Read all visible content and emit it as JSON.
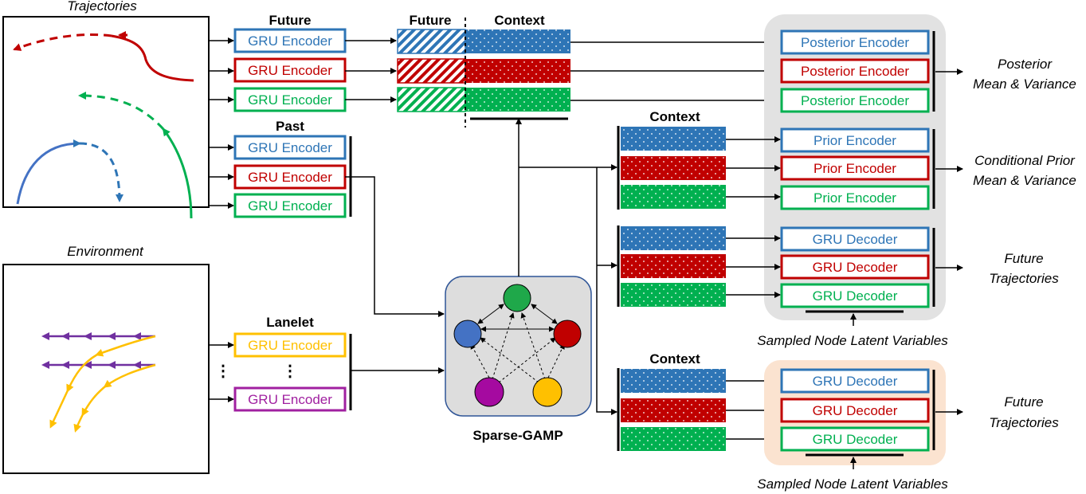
{
  "labels": {
    "trajectories": "Trajectories",
    "environment": "Environment",
    "future": "Future",
    "past": "Past",
    "lanelet": "Lanelet",
    "future_hatch": "Future",
    "context_top": "Context",
    "context_prior": "Context",
    "context_bottom": "Context",
    "sparse_gamp": "Sparse-GAMP",
    "posterior_out_1": "Posterior",
    "posterior_out_2": "Mean & Variance",
    "prior_out_1": "Conditional Prior",
    "prior_out_2": "Mean & Variance",
    "future_out_1a": "Future",
    "future_out_1b": "Trajectories",
    "future_out_2a": "Future",
    "future_out_2b": "Trajectories",
    "sampled_1": "Sampled Node Latent Variables",
    "sampled_2": "Sampled Node Latent Variables",
    "dots_left": "⋮",
    "dots_right": "⋮"
  },
  "future_encoders": [
    "GRU Encoder",
    "GRU Encoder",
    "GRU Encoder"
  ],
  "past_encoders": [
    "GRU Encoder",
    "GRU Encoder",
    "GRU Encoder"
  ],
  "lanelet_encoders": [
    "GRU Encoder",
    "GRU Encoder"
  ],
  "posterior_encoders": [
    "Posterior Encoder",
    "Posterior Encoder",
    "Posterior Encoder"
  ],
  "prior_encoders": [
    "Prior Encoder",
    "Prior Encoder",
    "Prior Encoder"
  ],
  "decoders_1": [
    "GRU Decoder",
    "GRU Decoder",
    "GRU Decoder"
  ],
  "decoders_2": [
    "GRU Decoder",
    "GRU Decoder",
    "GRU Decoder"
  ],
  "colors": {
    "blue": "#2e75b6",
    "red": "#c00000",
    "green": "#00b050",
    "yellow": "#ffc000",
    "purple": "#a020a0",
    "node_blue": "#4472c4",
    "node_green": "#1fa84a",
    "node_red": "#c00000",
    "node_purple": "#a50aa0",
    "node_yellow": "#ffc000",
    "gray_panel": "#e2e2e2",
    "peach_panel": "#fbe3d0",
    "graph_panel": "#dddddd",
    "graph_border": "#2f5597"
  }
}
